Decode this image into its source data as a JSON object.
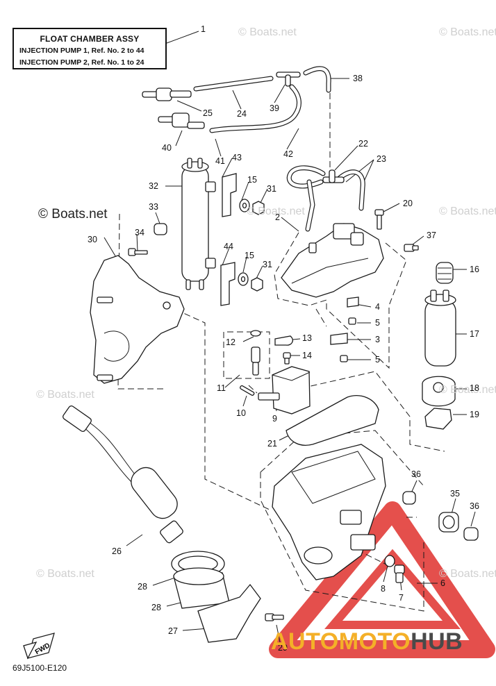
{
  "title_box": {
    "line1": "FLOAT  CHAMBER ASSY",
    "line2": "INJECTION PUMP 1,  Ref. No. 2 to 44",
    "line3": "INJECTION PUMP 2,  Ref. No. 1 to 24"
  },
  "callouts": [
    "1",
    "25",
    "24",
    "38",
    "39",
    "40",
    "41",
    "42",
    "22",
    "23",
    "43",
    "32",
    "15",
    "31",
    "20",
    "33",
    "2",
    "37",
    "30",
    "34",
    "44",
    "15",
    "31",
    "16",
    "4",
    "5",
    "12",
    "13",
    "3",
    "17",
    "14",
    "5",
    "11",
    "18",
    "10",
    "9",
    "19",
    "21",
    "36",
    "35",
    "36",
    "26",
    "28",
    "8",
    "7",
    "6",
    "28",
    "27",
    "29"
  ],
  "watermarks": [
    "© Boats.net",
    "© Boats.net",
    "© Boats.net",
    "© Boats.net",
    "© Boats.net",
    "© Boats.net",
    "© Boats.net",
    "© Boats.net"
  ],
  "copyright": "© Boats.net",
  "diagram_code": "69J5100-E120",
  "fwd_label": "FWD",
  "brand": {
    "part1": "AUTOMOTO",
    "part2": "HUB"
  },
  "colors": {
    "line": "#1a1a1a",
    "watermark": "#cfcfcf",
    "brand_orange": "#f4b028",
    "brand_grey": "#4a4a4a",
    "logo_red": "#e0312d"
  }
}
